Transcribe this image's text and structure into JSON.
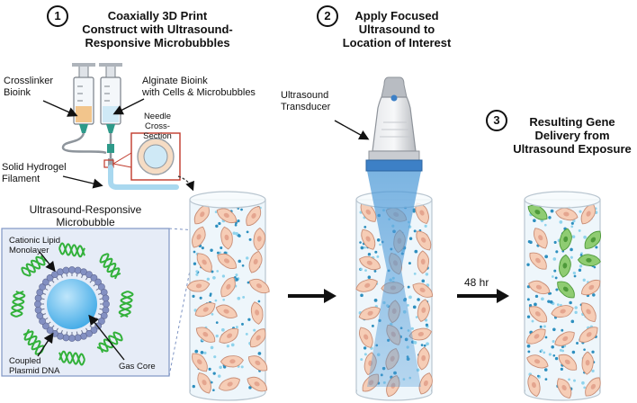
{
  "steps": [
    {
      "number": "1",
      "lines": [
        "Coaxially 3D Print",
        "Construct with Ultrasound-",
        "Responsive Microbubbles"
      ]
    },
    {
      "number": "2",
      "lines": [
        "Apply Focused",
        "Ultrasound to",
        "Location of Interest"
      ]
    },
    {
      "number": "3",
      "lines": [
        "Resulting Gene",
        "Delivery from",
        "Ultrasound Exposure"
      ]
    }
  ],
  "labels": {
    "crosslinker": [
      "Crosslinker",
      "Bioink"
    ],
    "alginate": [
      "Alginate Bioink",
      "with Cells & Microbubbles"
    ],
    "needle": [
      "Needle",
      "Cross-Section"
    ],
    "filament": [
      "Solid Hydrogel",
      "Filament"
    ],
    "microbubble_title": [
      "Ultrasound-Responsive",
      "Microbubble"
    ],
    "lipid": [
      "Cationic Lipid",
      "Monolayer"
    ],
    "plasmid": [
      "Coupled",
      "Plasmid DNA"
    ],
    "gas_core": "Gas Core",
    "transducer": [
      "Ultrasound",
      "Transducer"
    ],
    "time": "48 hr"
  },
  "colors": {
    "cell": "#f6cdb6",
    "cell_outline": "#c98f78",
    "nucleus": "#e4a58f",
    "transfected_cell": "#8fcc72",
    "transfected_outline": "#4e9a3a",
    "dot_dark": "#2d8fbf",
    "dot_light": "#8fd3ec",
    "cylinder": "#eef6fb",
    "dna": "#32b13a",
    "bubble_core": "#3fa9e6",
    "lipid_head": "#8390c2",
    "panel_bg": "#e6ecf7",
    "panel_border": "#7f95c4",
    "transducer_body": "#c9ccd1",
    "transducer_band": "#3d80c6",
    "beam": "#4f9bd8"
  }
}
